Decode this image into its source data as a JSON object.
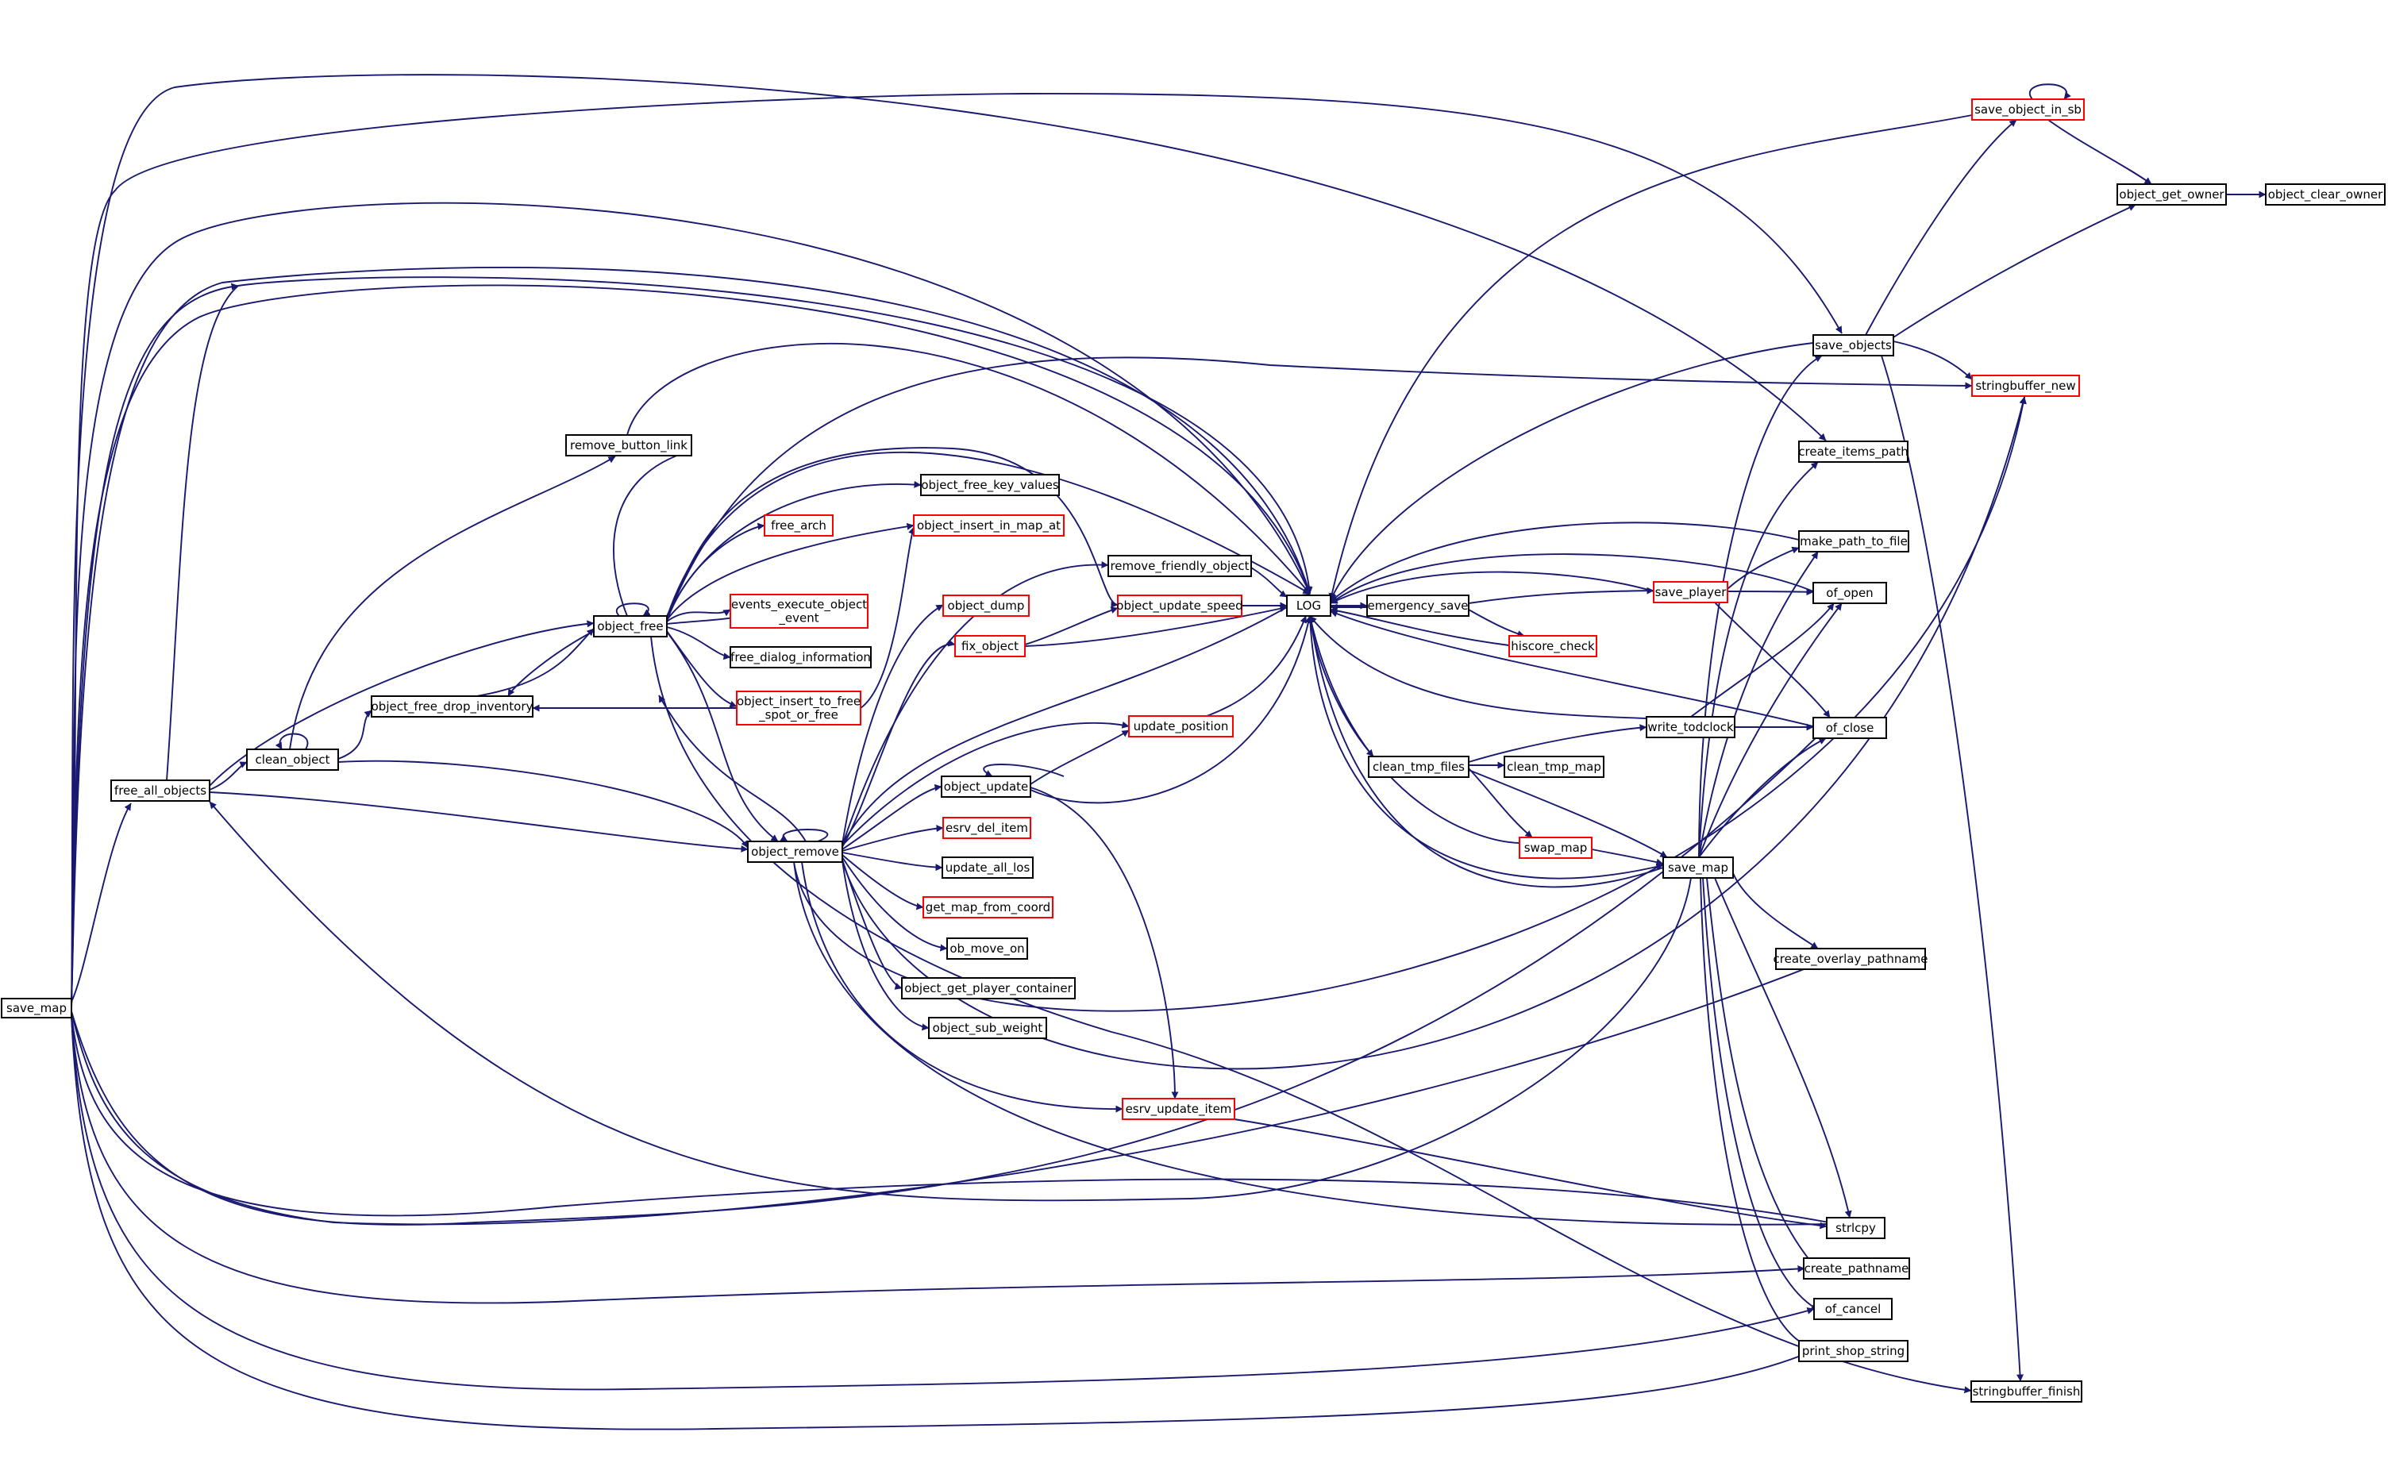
{
  "graph": {
    "title": "",
    "colors": {
      "edge": "#191970",
      "node_border_black": "#000000",
      "node_border_red": "#ff0000",
      "root_fill": "#bfbfbf",
      "node_fill": "#ffffff",
      "text": "#000000"
    },
    "nodes": [
      {
        "id": "save_map_root",
        "label": "save_map",
        "style": "root"
      },
      {
        "id": "free_all_objects",
        "label": "free_all_objects",
        "style": "black"
      },
      {
        "id": "clean_object",
        "label": "clean_object",
        "style": "black"
      },
      {
        "id": "remove_button_link",
        "label": "remove_button_link",
        "style": "black"
      },
      {
        "id": "object_free_drop_inventory",
        "label": "object_free_drop_inventory",
        "style": "black"
      },
      {
        "id": "object_free",
        "label": "object_free",
        "style": "black"
      },
      {
        "id": "object_remove",
        "label": "object_remove",
        "style": "black"
      },
      {
        "id": "object_free_key_values",
        "label": "object_free_key_values",
        "style": "black"
      },
      {
        "id": "free_arch",
        "label": "free_arch",
        "style": "red"
      },
      {
        "id": "object_insert_in_map_at",
        "label": "object_insert_in_map_at",
        "style": "red"
      },
      {
        "id": "events_execute_object_event",
        "label": "events_execute_object\n_event",
        "style": "red"
      },
      {
        "id": "free_dialog_information",
        "label": "free_dialog_information",
        "style": "black"
      },
      {
        "id": "object_insert_to_free_spot_or_free",
        "label": "object_insert_to_free\n_spot_or_free",
        "style": "red"
      },
      {
        "id": "remove_friendly_object",
        "label": "remove_friendly_object",
        "style": "black"
      },
      {
        "id": "object_dump",
        "label": "object_dump",
        "style": "red"
      },
      {
        "id": "object_update_speed",
        "label": "object_update_speed",
        "style": "red"
      },
      {
        "id": "fix_object",
        "label": "fix_object",
        "style": "red"
      },
      {
        "id": "update_position",
        "label": "update_position",
        "style": "red"
      },
      {
        "id": "object_update",
        "label": "object_update",
        "style": "black"
      },
      {
        "id": "esrv_del_item",
        "label": "esrv_del_item",
        "style": "red"
      },
      {
        "id": "update_all_los",
        "label": "update_all_los",
        "style": "black"
      },
      {
        "id": "get_map_from_coord",
        "label": "get_map_from_coord",
        "style": "red"
      },
      {
        "id": "ob_move_on",
        "label": "ob_move_on",
        "style": "black"
      },
      {
        "id": "object_get_player_container",
        "label": "object_get_player_container",
        "style": "black"
      },
      {
        "id": "object_sub_weight",
        "label": "object_sub_weight",
        "style": "black"
      },
      {
        "id": "esrv_update_item",
        "label": "esrv_update_item",
        "style": "red"
      },
      {
        "id": "LOG",
        "label": "LOG",
        "style": "black"
      },
      {
        "id": "emergency_save",
        "label": "emergency_save",
        "style": "black"
      },
      {
        "id": "hiscore_check",
        "label": "hiscore_check",
        "style": "red"
      },
      {
        "id": "clean_tmp_files",
        "label": "clean_tmp_files",
        "style": "black"
      },
      {
        "id": "clean_tmp_map",
        "label": "clean_tmp_map",
        "style": "black"
      },
      {
        "id": "swap_map",
        "label": "swap_map",
        "style": "red"
      },
      {
        "id": "write_todclock",
        "label": "write_todclock",
        "style": "black"
      },
      {
        "id": "save_map",
        "label": "save_map",
        "style": "black"
      },
      {
        "id": "save_player",
        "label": "save_player",
        "style": "red"
      },
      {
        "id": "save_objects",
        "label": "save_objects",
        "style": "black"
      },
      {
        "id": "save_object_in_sb",
        "label": "save_object_in_sb",
        "style": "red"
      },
      {
        "id": "object_get_owner",
        "label": "object_get_owner",
        "style": "black"
      },
      {
        "id": "object_clear_owner",
        "label": "object_clear_owner",
        "style": "black"
      },
      {
        "id": "stringbuffer_new",
        "label": "stringbuffer_new",
        "style": "red"
      },
      {
        "id": "create_items_path",
        "label": "create_items_path",
        "style": "black"
      },
      {
        "id": "make_path_to_file",
        "label": "make_path_to_file",
        "style": "black"
      },
      {
        "id": "of_open",
        "label": "of_open",
        "style": "black"
      },
      {
        "id": "of_close",
        "label": "of_close",
        "style": "black"
      },
      {
        "id": "create_overlay_pathname",
        "label": "create_overlay_pathname",
        "style": "black"
      },
      {
        "id": "strlcpy",
        "label": "strlcpy",
        "style": "black"
      },
      {
        "id": "create_pathname",
        "label": "create_pathname",
        "style": "black"
      },
      {
        "id": "of_cancel",
        "label": "of_cancel",
        "style": "black"
      },
      {
        "id": "print_shop_string",
        "label": "print_shop_string",
        "style": "black"
      },
      {
        "id": "stringbuffer_finish",
        "label": "stringbuffer_finish",
        "style": "black"
      }
    ]
  }
}
